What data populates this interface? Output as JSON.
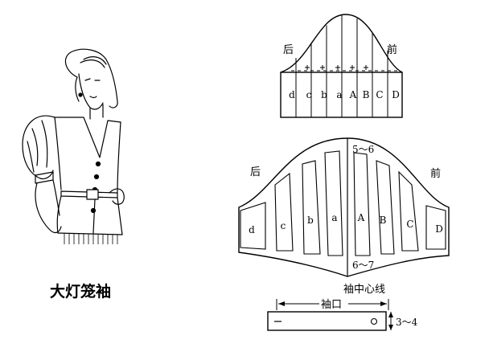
{
  "title": "大灯笼袖",
  "top_pattern": {
    "left_label": "后",
    "right_label": "前",
    "panel_letters": [
      "d",
      "c",
      "b",
      "a",
      "A",
      "B",
      "C",
      "D"
    ]
  },
  "bottom_pattern": {
    "left_label": "后",
    "right_label": "前",
    "top_measure": "5～6",
    "bottom_measure": "6～7",
    "center_line_label": "袖中心线",
    "panel_letters": [
      "d",
      "c",
      "b",
      "a",
      "A",
      "B",
      "C",
      "D"
    ]
  },
  "cuff": {
    "label": "袖口",
    "height_measure": "3～4"
  }
}
